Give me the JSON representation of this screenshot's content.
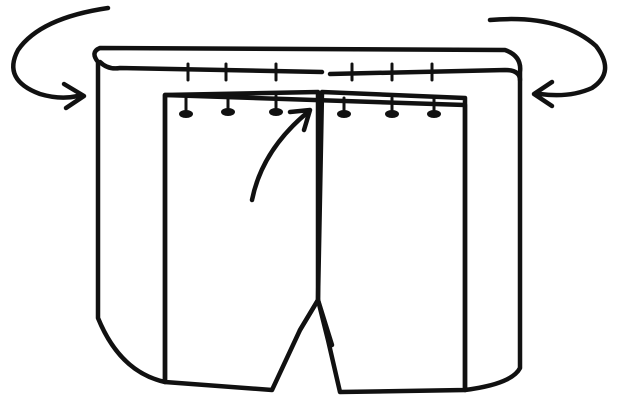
{
  "diagram": {
    "subject": "fabric-folding-illustration",
    "colors": {
      "ink": "#111111",
      "fabric_fill": "#fbf3ea",
      "hatch": "#d9845a",
      "background": "#ffffff"
    },
    "icons": [
      "curved-arrow-left",
      "curved-arrow-right",
      "curved-arrow-center"
    ]
  }
}
